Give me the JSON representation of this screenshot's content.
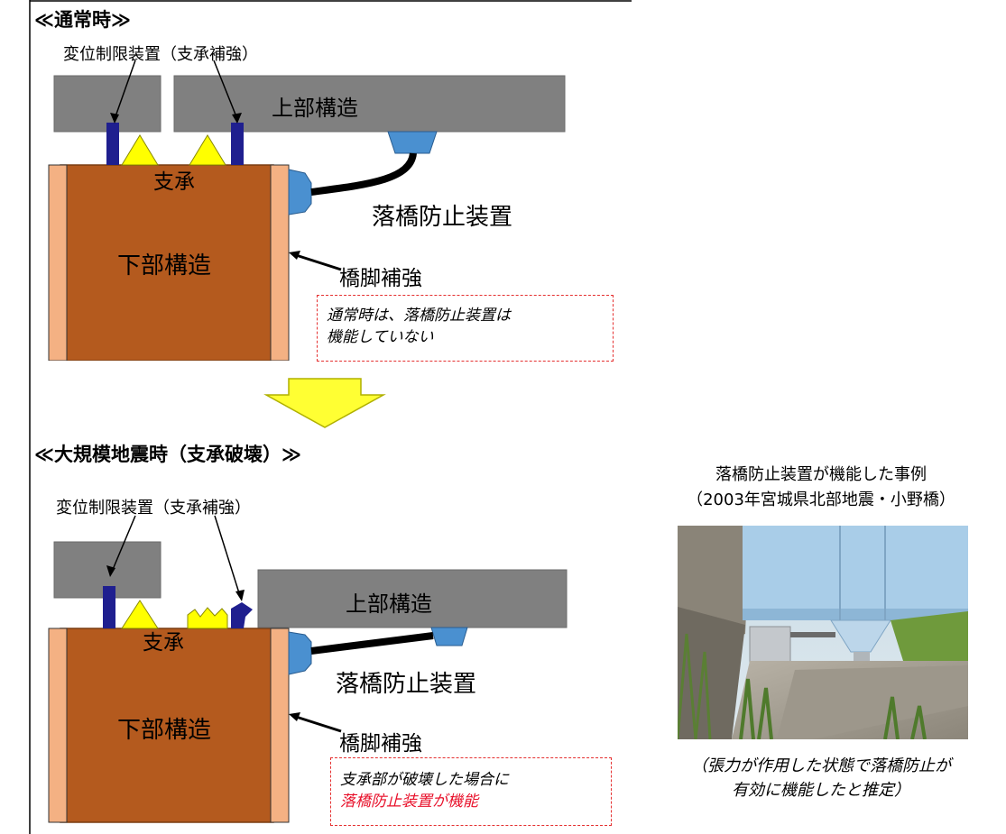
{
  "normal": {
    "title": "≪通常時≫",
    "restrainer_label": "変位制限装置（支承補強）",
    "superstructure": "上部構造",
    "bearing": "支承",
    "unseating_device": "落橋防止装置",
    "substructure": "下部構造",
    "pier_reinforcement": "橋脚補強",
    "note_line1": "通常時は、落橋防止装置は",
    "note_line2": "機能していない"
  },
  "earthquake": {
    "title": "≪大規模地震時（支承破壊）≫",
    "restrainer_label": "変位制限装置（支承補強）",
    "superstructure": "上部構造",
    "bearing": "支承",
    "unseating_device": "落橋防止装置",
    "substructure": "下部構造",
    "pier_reinforcement": "橋脚補強",
    "note_line1": "支承部が破壊した場合に",
    "note_line2": "落橋防止装置が機能"
  },
  "photo_panel": {
    "caption_line1": "落橋防止装置が機能した事例",
    "caption_line2": "（2003年宮城県北部地震・小野橋）",
    "comment_line1": "（張力が作用した状態で落橋防止が",
    "comment_line2": "有効に機能したと推定）"
  },
  "colors": {
    "pier": "#b45a1e",
    "pier_border": "#7a3c10",
    "girder": "#808080",
    "bearing": "#ffff00",
    "restrainer": "#1f1f8f",
    "unseating_device": "#4a90d0",
    "jacket": "#f4b183",
    "arrow": "#ffff33",
    "note_border": "#e53030",
    "emphasis_red": "#e8102a"
  }
}
